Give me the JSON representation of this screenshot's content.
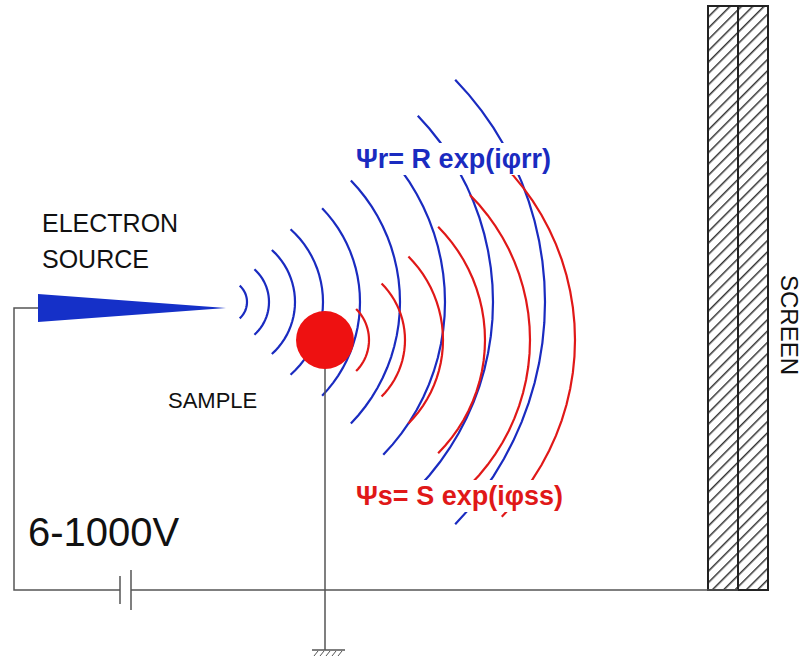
{
  "diagram": {
    "labels": [
      "ELECTRON SOURCE",
      "Ψr= R exp(iφrr)",
      "SAMPLE",
      "Ψs= S exp(iφss)",
      "6-1000V",
      "SCREEN"
    ]
  }
}
